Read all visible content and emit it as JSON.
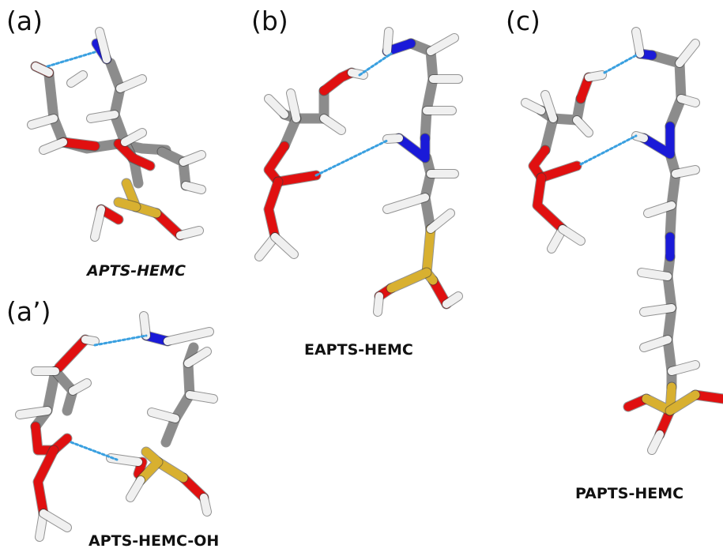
{
  "panels": [
    {
      "id": "a",
      "label": "(a)",
      "caption": "APTS-HEMC"
    },
    {
      "id": "a2",
      "label": "(a’)",
      "caption": "APTS-HEMC-OH"
    },
    {
      "id": "b",
      "label": "(b)",
      "caption": "EAPTS-HEMC"
    },
    {
      "id": "c",
      "label": "(c)",
      "caption": "PAPTS-HEMC"
    }
  ],
  "colors": {
    "carbon": "#8c8c8c",
    "oxygen": "#e01010",
    "nitrogen": "#1a1ad8",
    "silicon": "#d8b030",
    "hydrogen": "#f0f0f0",
    "hbond": "#3aa0e0"
  }
}
